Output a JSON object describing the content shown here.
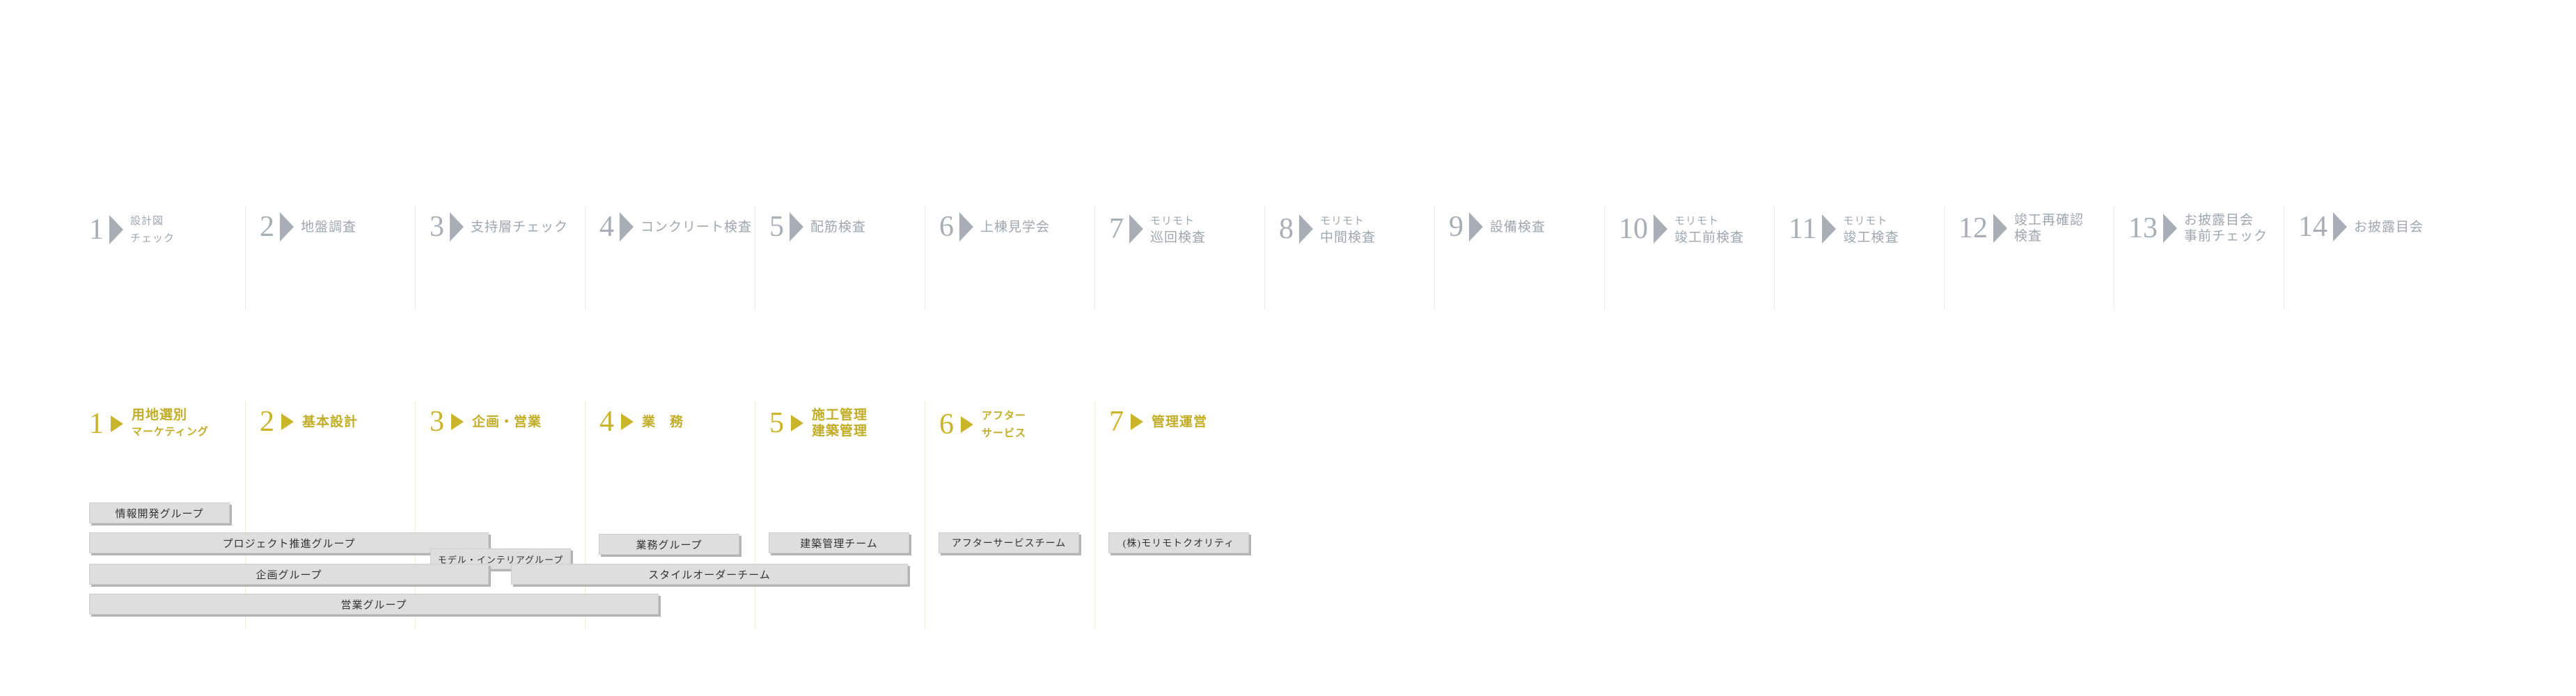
{
  "colors": {
    "grey": "#a9aeb6",
    "gold": "#cab42a",
    "bar": "#dedede"
  },
  "inspection_steps": [
    {
      "num": "1",
      "line1": "設計図",
      "line2": "チェック"
    },
    {
      "num": "2",
      "line1": "地盤調査",
      "line2": ""
    },
    {
      "num": "3",
      "line1": "支持層チェック",
      "line2": ""
    },
    {
      "num": "4",
      "line1": "コンクリート検査",
      "line2": ""
    },
    {
      "num": "5",
      "line1": "配筋検査",
      "line2": ""
    },
    {
      "num": "6",
      "line1": "上棟見学会",
      "line2": ""
    },
    {
      "num": "7",
      "line1": "モリモト",
      "line2": "巡回検査"
    },
    {
      "num": "8",
      "line1": "モリモト",
      "line2": "中間検査"
    },
    {
      "num": "9",
      "line1": "設備検査",
      "line2": ""
    },
    {
      "num": "10",
      "line1": "モリモト",
      "line2": "竣工前検査"
    },
    {
      "num": "11",
      "line1": "モリモト",
      "line2": "竣工検査"
    },
    {
      "num": "12",
      "line1": "竣工再確認",
      "line2": "検査"
    },
    {
      "num": "13",
      "line1": "お披露目会",
      "line2": "事前チェック"
    },
    {
      "num": "14",
      "line1": "お披露目会",
      "line2": ""
    }
  ],
  "process_steps": [
    {
      "num": "1",
      "line1": "用地選別",
      "line2": "マーケティング"
    },
    {
      "num": "2",
      "line1": "基本設計",
      "line2": ""
    },
    {
      "num": "3",
      "line1": "企画・営業",
      "line2": ""
    },
    {
      "num": "4",
      "line1": "業　務",
      "line2": ""
    },
    {
      "num": "5",
      "line1": "施工管理",
      "line2": "建築管理"
    },
    {
      "num": "6",
      "line1": "アフター",
      "line2": "サービス"
    },
    {
      "num": "7",
      "line1": "管理運営",
      "line2": ""
    }
  ],
  "groups": [
    {
      "name": "情報開発グループ"
    },
    {
      "name": "プロジェクト推進グループ"
    },
    {
      "name": "モデル・インテリアグループ"
    },
    {
      "name": "企画グループ"
    },
    {
      "name": "スタイルオーダーチーム"
    },
    {
      "name": "営業グループ"
    },
    {
      "name": "業務グループ"
    },
    {
      "name": "建築管理チーム"
    },
    {
      "name": "アフターサービスチーム"
    },
    {
      "name": "(株)モリモトクオリティ"
    }
  ]
}
